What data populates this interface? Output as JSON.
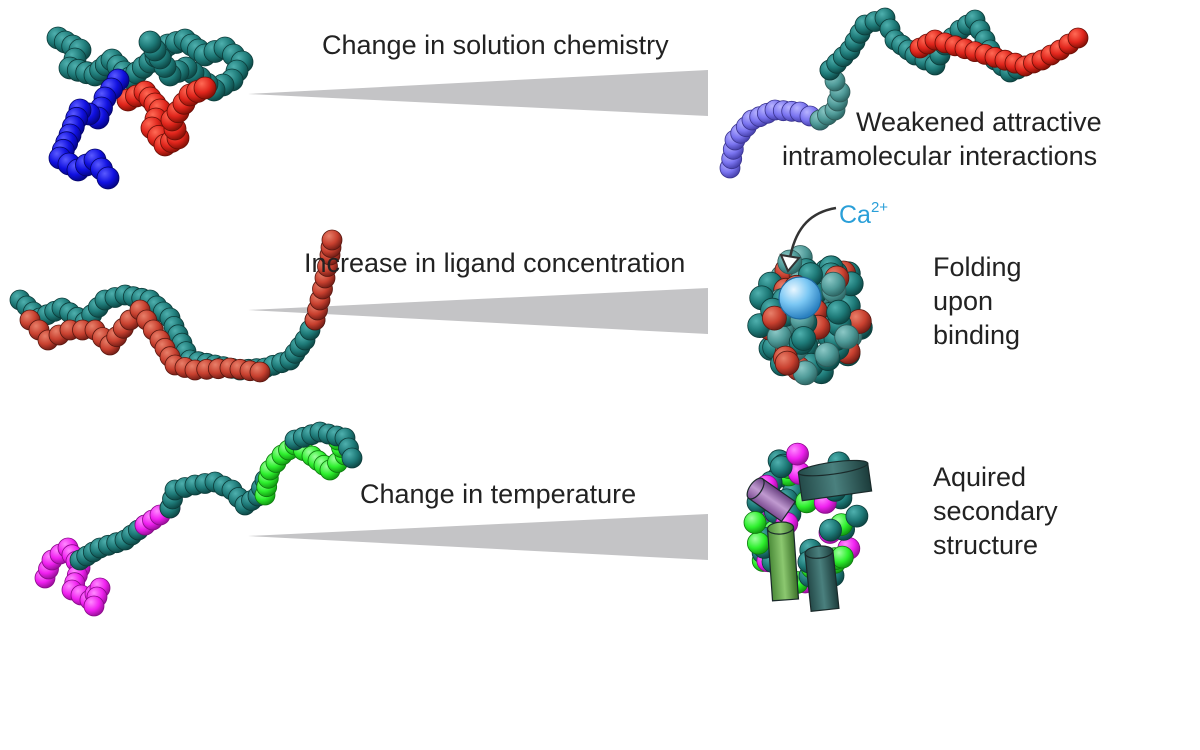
{
  "rows": [
    {
      "arrow_label": "Change in solution chemistry",
      "outcome_lines": [
        "Weakened attractive",
        "intramolecular interactions"
      ]
    },
    {
      "arrow_label": "Increase in ligand concentration",
      "outcome_lines": [
        "Folding",
        "upon",
        "binding"
      ],
      "ion": {
        "symbol": "Ca",
        "charge": "2+"
      }
    },
    {
      "arrow_label": "Change in temperature",
      "outcome_lines": [
        "Aquired",
        "secondary",
        "structure"
      ]
    }
  ],
  "colors": {
    "backbone": "#1e7a78",
    "backbone_light": "#4f9a98",
    "red": "#e0251c",
    "blue": "#1010e0",
    "violet": "#7a74f0",
    "magenta": "#f020f0",
    "green": "#2ef02e",
    "ion": "#2a9fd8",
    "wedge": "#c4c4c6",
    "helix_dark": "#2f5f5e",
    "helix_green": "#6aa84f",
    "helix_purple": "#9a6ab0",
    "text": "#222222"
  }
}
